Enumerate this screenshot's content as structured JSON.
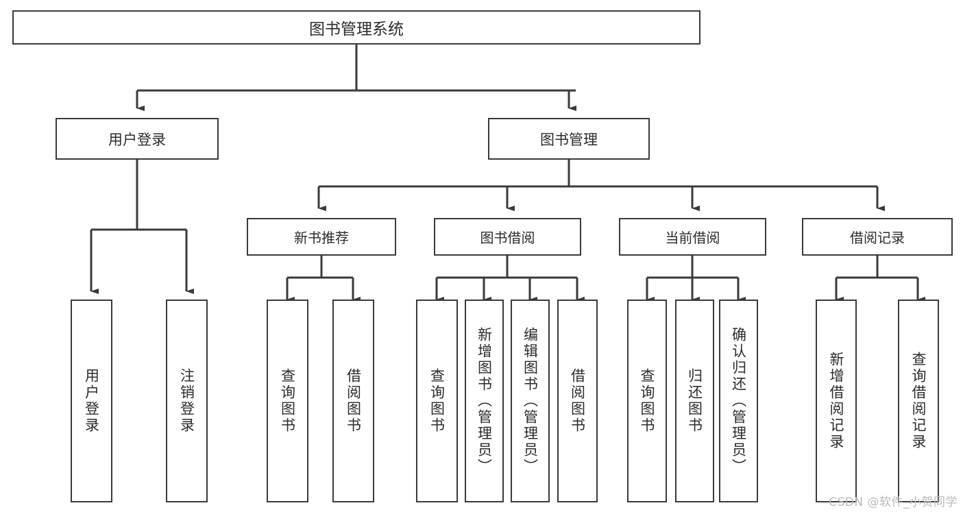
{
  "diagram": {
    "title": "图书管理系统",
    "type": "hierarchy-tree",
    "root": {
      "label": "图书管理系统"
    },
    "level2": [
      {
        "label": "用户登录"
      },
      {
        "label": "图书管理"
      }
    ],
    "level3": [
      {
        "label": "新书推荐"
      },
      {
        "label": "图书借阅"
      },
      {
        "label": "当前借阅"
      },
      {
        "label": "借阅记录"
      }
    ],
    "leaves": {
      "user_login": [
        {
          "label": "用户登录"
        },
        {
          "label": "注销登录"
        }
      ],
      "new_book": [
        {
          "label": "查询图书"
        },
        {
          "label": "借阅图书"
        }
      ],
      "book_borrow": [
        {
          "label": "查询图书"
        },
        {
          "label": "新增图书（管理员）"
        },
        {
          "label": "编辑图书（管理员）"
        },
        {
          "label": "借阅图书"
        }
      ],
      "current_borrow": [
        {
          "label": "查询图书"
        },
        {
          "label": "归还图书"
        },
        {
          "label": "确认归还（管理员）"
        }
      ],
      "borrow_record": [
        {
          "label": "新增借阅记录"
        },
        {
          "label": "查询借阅记录"
        }
      ]
    }
  },
  "watermark": {
    "text": "CSDN @软件_小贺同学"
  },
  "colors": {
    "stroke": "#3a3a3a",
    "text": "#2b2b2b",
    "background": "#ffffff",
    "watermark": "#b9b9b9"
  }
}
